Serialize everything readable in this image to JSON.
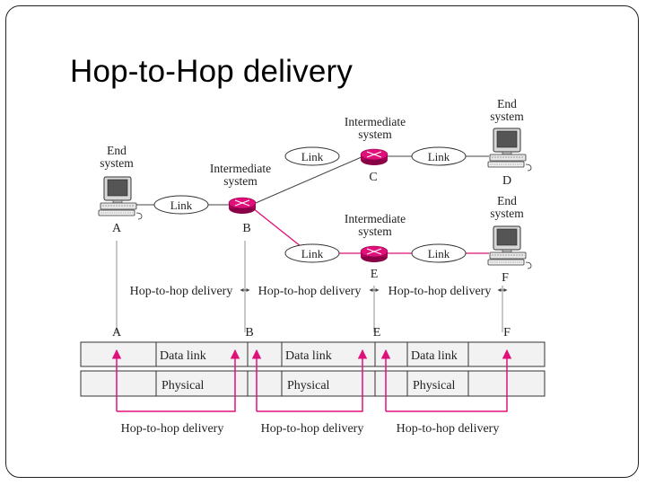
{
  "slide": {
    "title": "Hop-to-Hop delivery"
  },
  "network": {
    "end_system_a": {
      "label": "End system",
      "id": "A"
    },
    "end_system_d": {
      "label": "End system",
      "id": "D"
    },
    "end_system_f": {
      "label": "End system",
      "id": "F"
    },
    "router_b": {
      "label": "Intermediate system",
      "id": "B"
    },
    "router_c": {
      "label": "Intermediate system",
      "id": "C"
    },
    "router_e": {
      "label": "Intermediate system",
      "id": "E"
    },
    "link_label": "Link"
  },
  "hop_span": {
    "label": "Hop-to-hop delivery"
  },
  "layers": {
    "nodes": [
      "A",
      "B",
      "E",
      "F"
    ],
    "data_link": "Data link",
    "physical": "Physical",
    "delivery": "Hop-to-hop delivery"
  },
  "colors": {
    "accent": "#e0107a",
    "line": "#444444",
    "box_fill": "#f2f2f2"
  }
}
